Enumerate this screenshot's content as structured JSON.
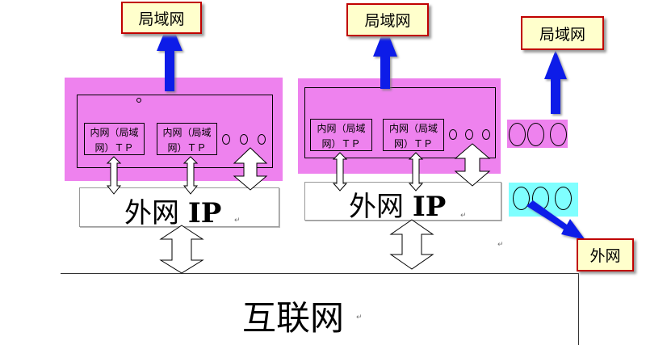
{
  "callouts": {
    "lan1": "局域网",
    "lan2": "局域网",
    "lan3": "局域网",
    "wan": "外网"
  },
  "routers": [
    {
      "inner": [
        [
          "内网（局域",
          "网）ＴＰ"
        ],
        [
          "内网（局域",
          "网）ＴＰ"
        ]
      ]
    },
    {
      "inner": [
        [
          "内网（局域",
          "网）ＴＰ"
        ],
        [
          "内网（局域",
          "网）ＴＰ"
        ]
      ]
    }
  ],
  "wan": [
    {
      "cn": "外网 ",
      "ip": "IP"
    },
    {
      "cn": "外网 ",
      "ip": "IP"
    }
  ],
  "internet": "互联网",
  "colors": {
    "panel": "#ee82ee",
    "cyan": "#7fffff",
    "arrow": "#0a1ee8",
    "callout_bg": "#ffffcc",
    "callout_border": "#c00000"
  }
}
